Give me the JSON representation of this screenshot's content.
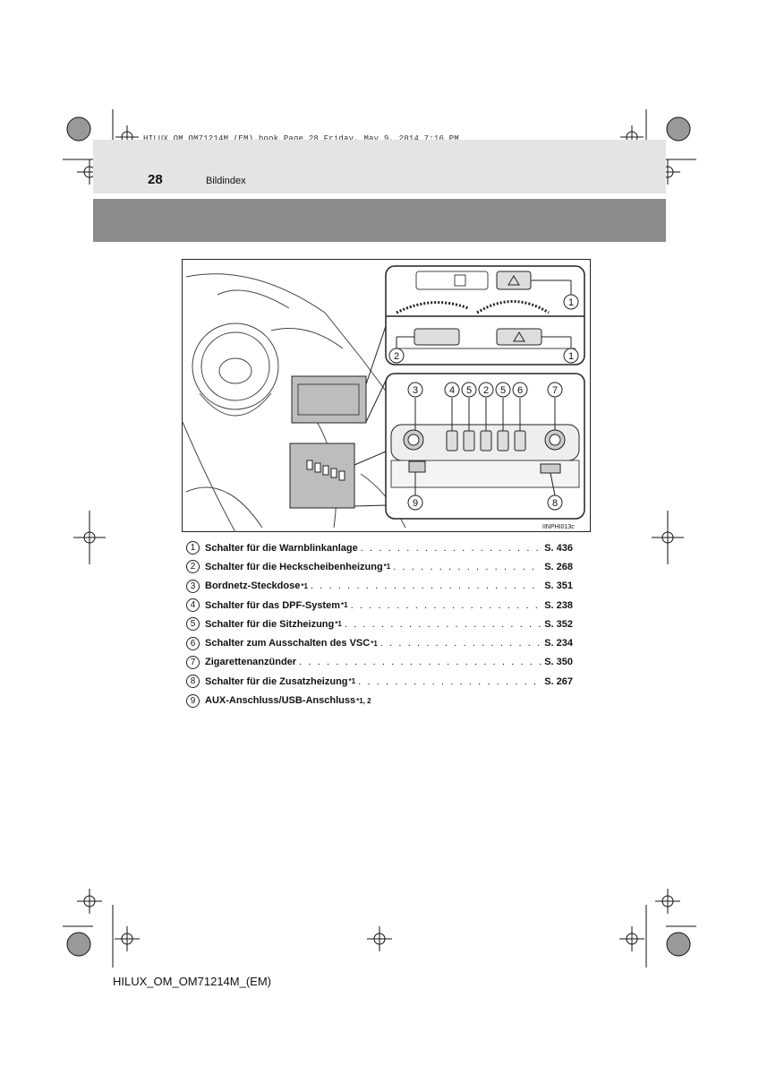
{
  "print_info": "HILUX_OM_OM71214M_(EM).book  Page 28  Friday, May 9, 2014  7:16 PM",
  "header": {
    "page_number": "28",
    "section": "Bildindex"
  },
  "figure": {
    "code": "IINPHI013c",
    "callouts": [
      "1",
      "2",
      "1",
      "3",
      "4",
      "5",
      "2",
      "5",
      "6",
      "7",
      "9",
      "8"
    ]
  },
  "index": [
    {
      "num": "1",
      "label": "Schalter für die Warnblinkanlage",
      "sup": "",
      "page": "S. 436"
    },
    {
      "num": "2",
      "label": "Schalter für die Heckscheibenheizung",
      "sup": "*1",
      "page": "S. 268"
    },
    {
      "num": "3",
      "label": "Bordnetz-Steckdose",
      "sup": "*1",
      "page": "S. 351"
    },
    {
      "num": "4",
      "label": "Schalter für das DPF-System",
      "sup": "*1",
      "page": "S. 238"
    },
    {
      "num": "5",
      "label": "Schalter für die Sitzheizung",
      "sup": "*1",
      "page": "S. 352"
    },
    {
      "num": "6",
      "label": "Schalter zum Ausschalten des VSC",
      "sup": "*1",
      "page": "S. 234"
    },
    {
      "num": "7",
      "label": "Zigarettenanzünder",
      "sup": "",
      "page": "S. 350"
    },
    {
      "num": "8",
      "label": "Schalter für die Zusatzheizung",
      "sup": "*1",
      "page": "S. 267"
    },
    {
      "num": "9",
      "label": "AUX-Anschluss/USB-Anschluss",
      "sup": "*1, 2",
      "page": ""
    }
  ],
  "footer": "HILUX_OM_OM71214M_(EM)",
  "colors": {
    "header_light": "#e4e4e4",
    "header_dark": "#8b8b8b",
    "line": "#222222"
  }
}
